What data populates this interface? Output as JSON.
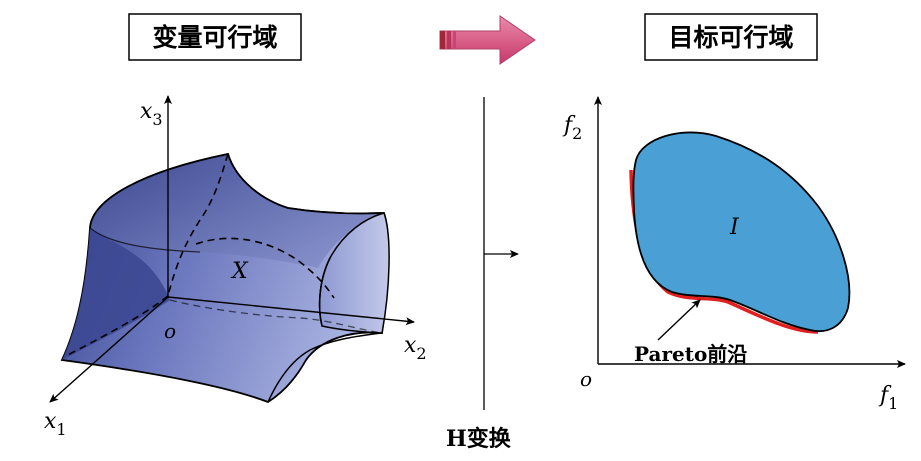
{
  "left_title": "变量可行域",
  "right_title": "目标可行域",
  "transform_label": "H变换",
  "left_axes": {
    "x1": "x",
    "x1_sub": "1",
    "x2": "x",
    "x2_sub": "2",
    "x3": "x",
    "x3_sub": "3",
    "origin": "o"
  },
  "left_region_label": "X",
  "right_axes": {
    "f1": "f",
    "f1_sub": "1",
    "f2": "f",
    "f2_sub": "2",
    "origin": "o"
  },
  "right_region_label": "I",
  "pareto_label": "Pareto前沿",
  "colors": {
    "solid_dark": "#3a4591",
    "solid_light": "#9ca8da",
    "region_fill": "#4aa0d4",
    "pareto_line": "#e02020",
    "arrow_fill": "#d85a86",
    "arrow_dark": "#a0283a"
  }
}
